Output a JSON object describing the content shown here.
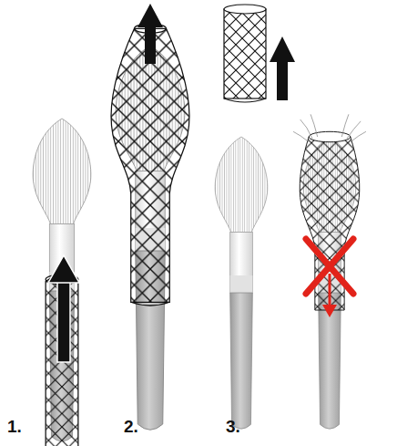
{
  "diagram": {
    "labels": [
      "1.",
      "2.",
      "3."
    ]
  }
}
